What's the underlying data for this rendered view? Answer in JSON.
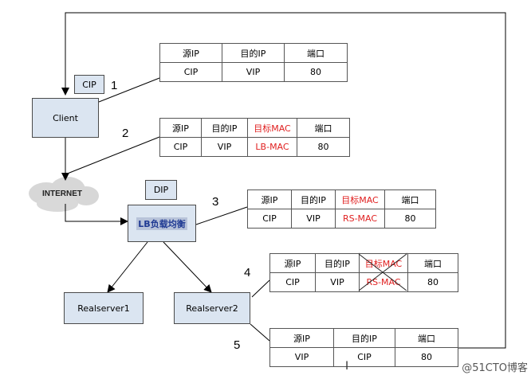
{
  "nodes": {
    "cip": "CIP",
    "client": "Client",
    "internet": "INTERNET",
    "dip": "DIP",
    "lb": "LB负载均衡",
    "rs1": "Realserver1",
    "rs2": "Realserver2"
  },
  "steps": [
    "1",
    "2",
    "3",
    "4",
    "5"
  ],
  "tables": {
    "t1": {
      "headers": [
        "源IP",
        "目的IP",
        "端口"
      ],
      "values": [
        "CIP",
        "VIP",
        "80"
      ]
    },
    "t2": {
      "headers": [
        "源IP",
        "目的IP",
        "目标MAC",
        "端口"
      ],
      "values": [
        "CIP",
        "VIP",
        "LB-MAC",
        "80"
      ]
    },
    "t3": {
      "headers": [
        "源IP",
        "目的IP",
        "目标MAC",
        "端口"
      ],
      "values": [
        "CIP",
        "VIP",
        "RS-MAC",
        "80"
      ]
    },
    "t4": {
      "headers": [
        "源IP",
        "目的IP",
        "目标MAC",
        "端口"
      ],
      "values": [
        "CIP",
        "VIP",
        "RS-MAC",
        "80"
      ]
    },
    "t5": {
      "headers": [
        "源IP",
        "目的IP",
        "端口"
      ],
      "values": [
        "VIP",
        "CIP",
        "80"
      ]
    }
  },
  "colors": {
    "node_fill": "#dbe5f1",
    "mac_text": "#e02020"
  },
  "watermark": "@51CTO博客"
}
